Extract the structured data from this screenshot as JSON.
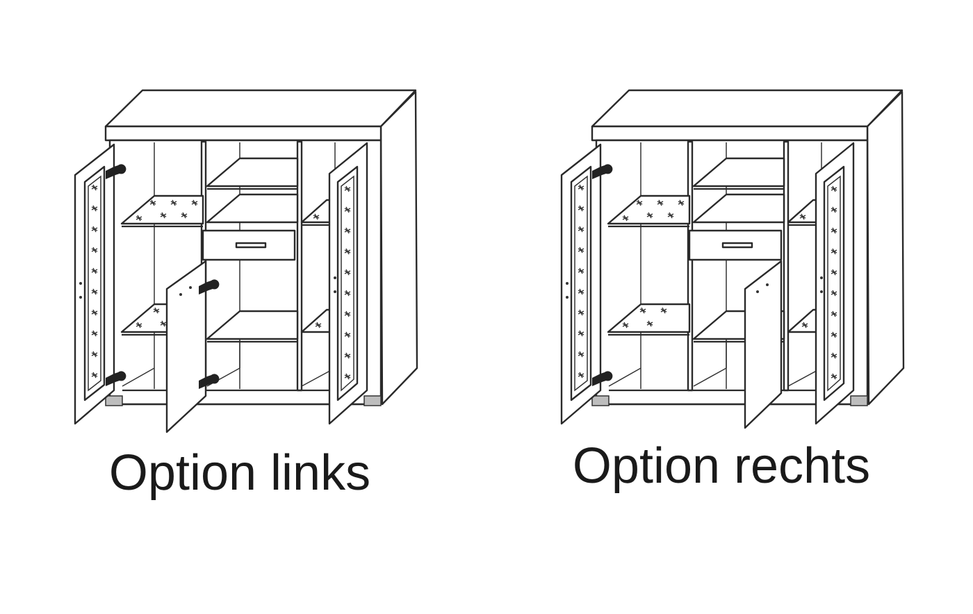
{
  "figures": [
    {
      "caption": "Option links",
      "variant": "left"
    },
    {
      "caption": "Option rechts",
      "variant": "right"
    }
  ],
  "colors": {
    "line": "#2a2a2a",
    "foot": "#bdbdbd",
    "background": "#ffffff"
  }
}
